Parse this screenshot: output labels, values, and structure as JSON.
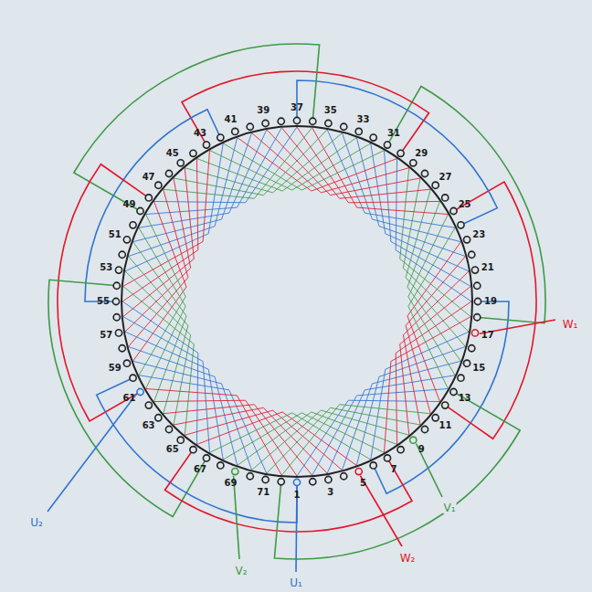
{
  "diagram": {
    "labels": [
      "1",
      "3",
      "5",
      "7",
      "9",
      "11",
      "13",
      "15",
      "17",
      "19",
      "21",
      "23",
      "25",
      "27",
      "29",
      "31",
      "33",
      "35",
      "37",
      "39",
      "41",
      "43",
      "45",
      "47",
      "49",
      "51",
      "53",
      "55",
      "57",
      "59",
      "61",
      "63",
      "65",
      "67",
      "69",
      "71",
      "U₁",
      "U₂",
      "V₁",
      "V₂",
      "W₁",
      "W₂"
    ]
  }
}
